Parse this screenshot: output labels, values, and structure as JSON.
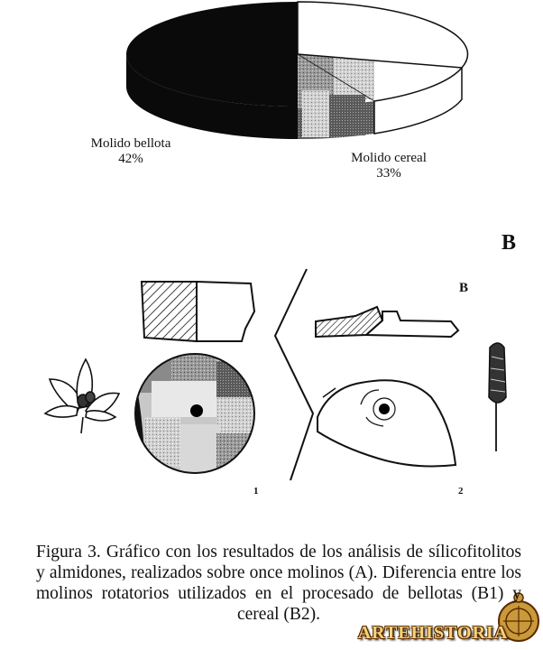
{
  "pie": {
    "slices": [
      {
        "name": "Molido bellota",
        "value": 42,
        "label": "42%"
      },
      {
        "name": "Molido cereal",
        "value": 33,
        "label": "33%"
      }
    ]
  },
  "panel": {
    "letter_large": "B",
    "letter_small": "B",
    "fig1_number": "1",
    "fig2_number": "2"
  },
  "caption": "Figura 3. Gráfico con los resultados de los análisis de sílicofitolitos y almidones, realizados sobre once molinos (A). Diferencia entre los molinos rotatorios utilizados en el procesado de bellotas (B1) y cereal (B2).",
  "watermark": "ARTEHISTORIA",
  "colors": {
    "bellota": "#0a0a0a",
    "watermark": "#f3d27a"
  },
  "icons": [
    "oak-leaf-icon",
    "wheat-ear-icon",
    "astrolabe-logo-icon"
  ]
}
